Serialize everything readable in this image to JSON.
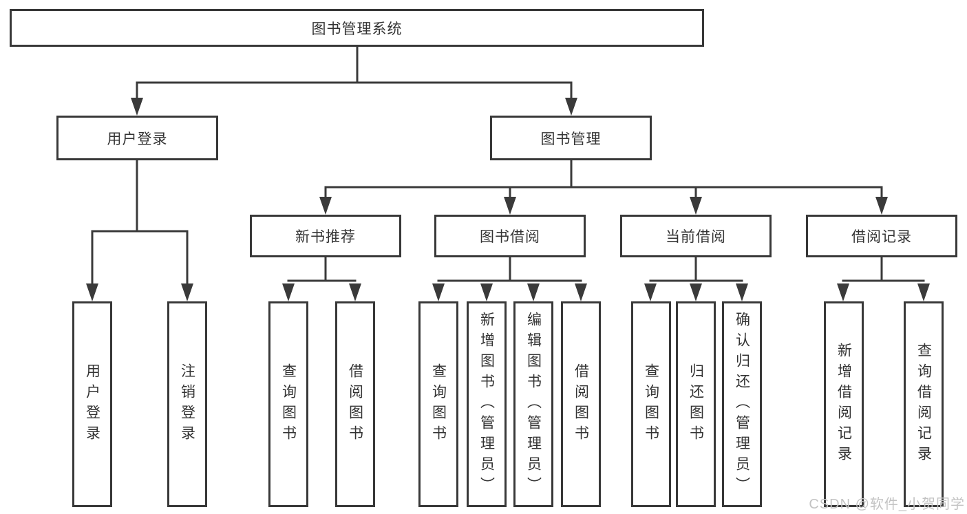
{
  "diagram": {
    "root": "图书管理系统",
    "branches": {
      "user_login": {
        "label": "用户登录",
        "children": [
          "用户登录",
          "注销登录"
        ]
      },
      "book_mgmt": {
        "label": "图书管理",
        "modules": {
          "new_books": {
            "label": "新书推荐",
            "children": [
              "查询图书",
              "借阅图书"
            ]
          },
          "book_borrow": {
            "label": "图书借阅",
            "children": [
              "查询图书",
              "新增图书（管理员）",
              "编辑图书（管理员）",
              "借阅图书"
            ]
          },
          "current_borrow": {
            "label": "当前借阅",
            "children": [
              "查询图书",
              "归还图书",
              "确认归还（管理员）"
            ]
          },
          "borrow_records": {
            "label": "借阅记录",
            "children": [
              "新增借阅记录",
              "查询借阅记录"
            ]
          }
        }
      }
    }
  },
  "watermark": {
    "text": "CSDN @软件_小贺同学"
  },
  "colors": {
    "line": "#3a3a3a",
    "border": "#383838",
    "text": "#333333",
    "watermark": "#c3c3c3",
    "background": "#ffffff"
  }
}
